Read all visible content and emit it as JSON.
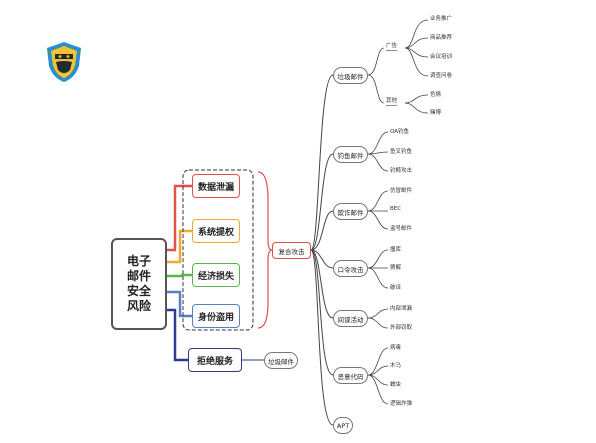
{
  "root_label": "电子\n邮件\n安全\n风险",
  "risks": {
    "data_leak": "数据泄漏",
    "privilege": "系统提权",
    "economic_loss": "经济损失",
    "identity_theft": "身份盗用",
    "dos": "拒绝服务"
  },
  "dos_child": "垃圾邮件",
  "compound_attack": "复合攻击",
  "branches": {
    "spam": "垃圾邮件",
    "ads": "广告",
    "ad_items": [
      "业务推广",
      "商品推荐",
      "会议培训",
      "调查问卷"
    ],
    "other": "其他",
    "other_items": [
      "色情",
      "赌博"
    ],
    "phishing": "钓鱼邮件",
    "phishing_items": [
      "OA钓鱼",
      "鱼叉钓鱼",
      "钓鲸攻击"
    ],
    "fraud": "欺诈邮件",
    "fraud_items": [
      "仿冒邮件",
      "BEC",
      "盗号邮件"
    ],
    "password": "口令攻击",
    "password_items": [
      "撞库",
      "猜解",
      "破译"
    ],
    "infiltration": "间谍活动",
    "infiltration_items": [
      "内部泄漏",
      "外部窃取"
    ],
    "malware": "恶意代码",
    "malware_items": [
      "病毒",
      "木马",
      "蠕虫",
      "逻辑炸弹"
    ],
    "apt": "APT"
  },
  "colors": {
    "data_leak": "#e0514a",
    "privilege": "#f0a830",
    "economic_loss": "#58b848",
    "identity_theft": "#5a7ec8",
    "dos": "#2f3a8c",
    "compound": "#e0514a",
    "logo_blue": "#2a8fc8",
    "logo_yellow": "#f2c230",
    "logo_dark": "#1f2a33"
  }
}
